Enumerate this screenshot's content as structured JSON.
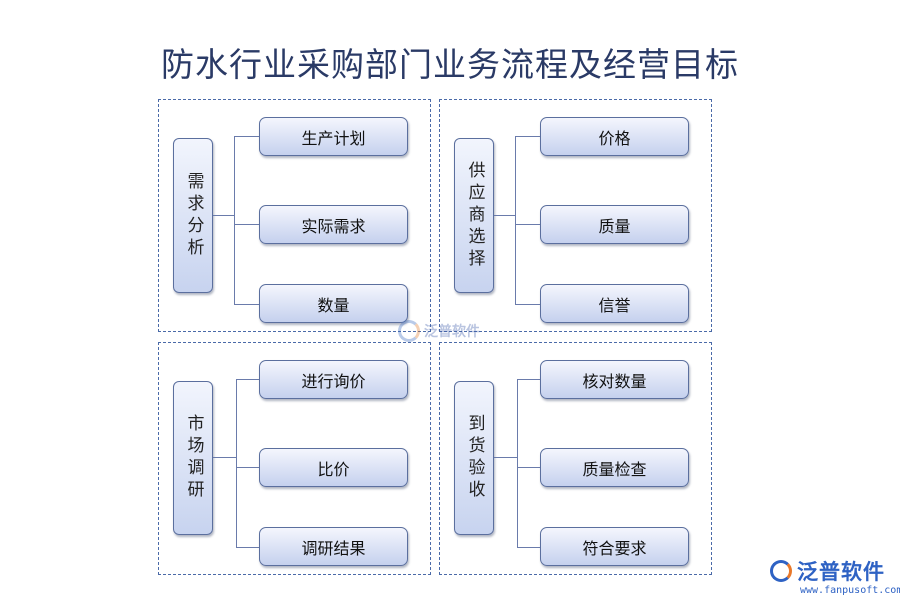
{
  "title": "防水行业采购部门业务流程及经营目标",
  "quadrants": [
    {
      "heading": "需求分析",
      "items": [
        "生产计划",
        "实际需求",
        "数量"
      ]
    },
    {
      "heading": "供应商选择",
      "items": [
        "价格",
        "质量",
        "信誉"
      ]
    },
    {
      "heading": "市场调研",
      "items": [
        "进行询价",
        "比价",
        "调研结果"
      ]
    },
    {
      "heading": "到货验收",
      "items": [
        "核对数量",
        "质量检查",
        "符合要求"
      ]
    }
  ],
  "watermark": {
    "text": "泛普软件"
  },
  "brand": {
    "name": "泛普软件",
    "url": "www.fanpusoft.com"
  }
}
